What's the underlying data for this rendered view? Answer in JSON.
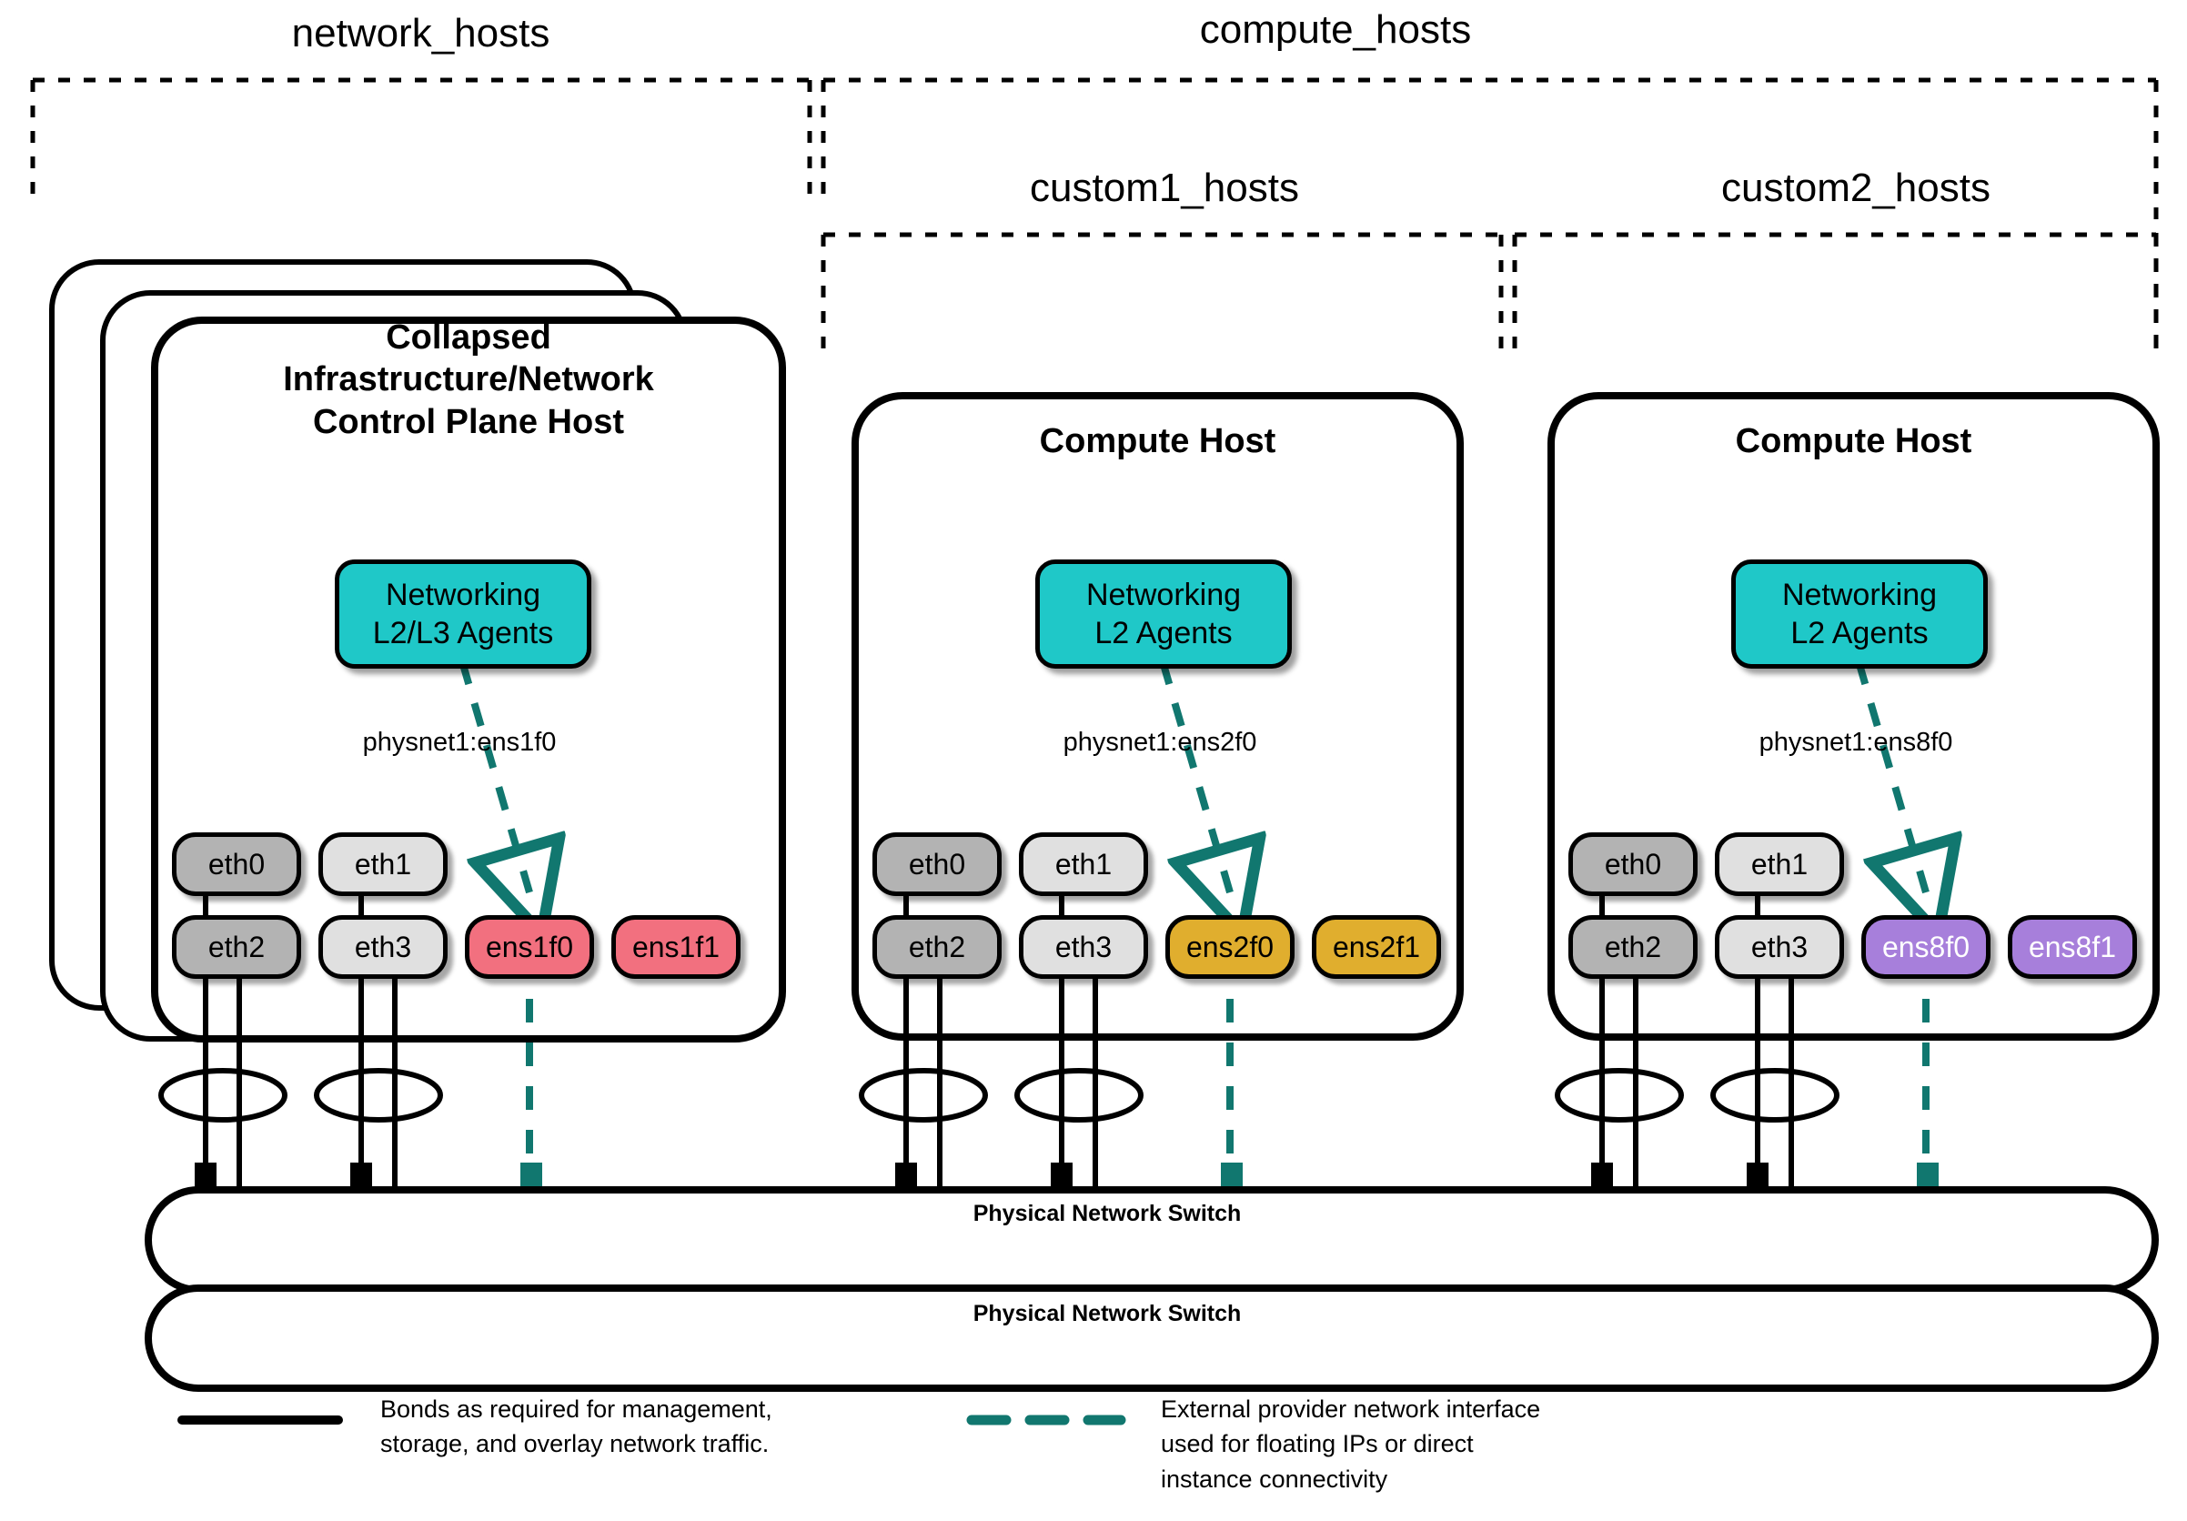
{
  "diagram": {
    "title": "OpenStack host networking layout",
    "colors": {
      "agent_teal": "#1fc8c8",
      "link_teal": "#11776f",
      "nic_dark_grey": "#b3b3b3",
      "nic_light_grey": "#e0e0e0",
      "nic_pink": "#f2707f",
      "nic_orange": "#e0ae2e",
      "nic_purple": "#a77fdb",
      "outline": "#000000"
    }
  },
  "groups": [
    {
      "id": "network_hosts",
      "label": "network_hosts"
    },
    {
      "id": "compute_hosts",
      "label": "compute_hosts"
    },
    {
      "id": "custom1_hosts",
      "label": "custom1_hosts"
    },
    {
      "id": "custom2_hosts",
      "label": "custom2_hosts"
    }
  ],
  "hosts": [
    {
      "id": "network-host",
      "title": "Collapsed\nInfrastructure/Network\nControl Plane Host",
      "stacked": true,
      "agent": {
        "label": "Networking\nL2/L3 Agents"
      },
      "physnet": "physnet1:ens1f0",
      "nics_top": [
        {
          "name": "eth0",
          "style": "dark"
        },
        {
          "name": "eth1",
          "style": "light"
        }
      ],
      "nics_bottom": [
        {
          "name": "eth2",
          "style": "dark"
        },
        {
          "name": "eth3",
          "style": "light"
        },
        {
          "name": "ens1f0",
          "style": "pink"
        },
        {
          "name": "ens1f1",
          "style": "pink"
        }
      ]
    },
    {
      "id": "compute-host-1",
      "title": "Compute Host",
      "stacked": false,
      "agent": {
        "label": "Networking\nL2 Agents"
      },
      "physnet": "physnet1:ens2f0",
      "nics_top": [
        {
          "name": "eth0",
          "style": "dark"
        },
        {
          "name": "eth1",
          "style": "light"
        }
      ],
      "nics_bottom": [
        {
          "name": "eth2",
          "style": "dark"
        },
        {
          "name": "eth3",
          "style": "light"
        },
        {
          "name": "ens2f0",
          "style": "orange"
        },
        {
          "name": "ens2f1",
          "style": "orange"
        }
      ]
    },
    {
      "id": "compute-host-2",
      "title": "Compute Host",
      "stacked": false,
      "agent": {
        "label": "Networking\nL2 Agents"
      },
      "physnet": "physnet1:ens8f0",
      "nics_top": [
        {
          "name": "eth0",
          "style": "dark"
        },
        {
          "name": "eth1",
          "style": "light"
        }
      ],
      "nics_bottom": [
        {
          "name": "eth2",
          "style": "dark"
        },
        {
          "name": "eth3",
          "style": "light"
        },
        {
          "name": "ens8f0",
          "style": "purple"
        },
        {
          "name": "ens8f1",
          "style": "purple"
        }
      ]
    }
  ],
  "switches": [
    {
      "id": "switch-top",
      "label": "Physical Network Switch"
    },
    {
      "id": "switch-bottom",
      "label": "Physical Network Switch"
    }
  ],
  "legend": [
    {
      "id": "bonds",
      "style": "solid",
      "color": "#000000",
      "text": "Bonds as required for management,\nstorage, and overlay network traffic."
    },
    {
      "id": "external-provider",
      "style": "dashed",
      "color": "#11776f",
      "text": "External provider network interface\nused for floating IPs or direct\ninstance connectivity"
    }
  ]
}
